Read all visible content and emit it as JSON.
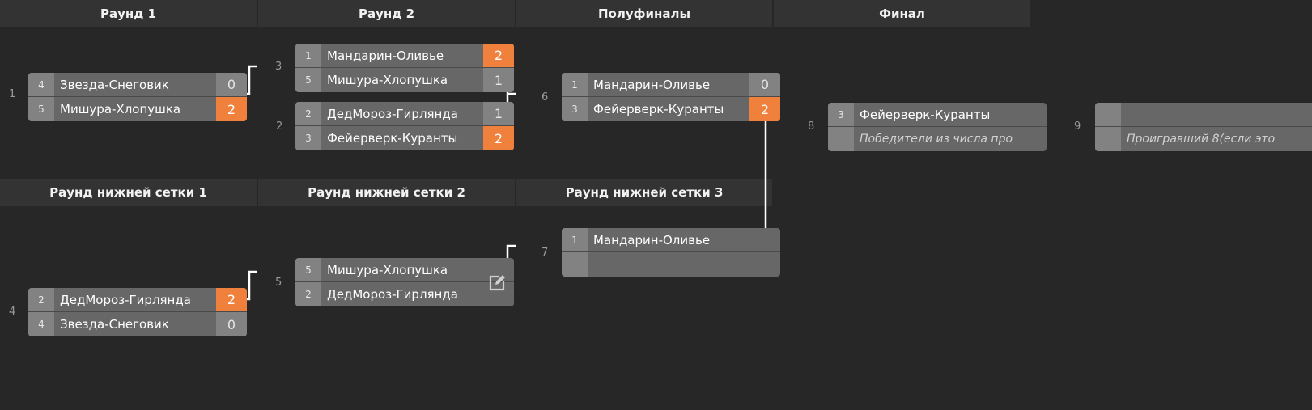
{
  "headers": {
    "upper": [
      "Раунд 1",
      "Раунд 2",
      "Полуфиналы",
      "Финал"
    ],
    "lower": [
      "Раунд нижней сетки 1",
      "Раунд нижней сетки 2",
      "Раунд нижней сетки 3"
    ]
  },
  "matches": {
    "m1": {
      "num": "1",
      "top": {
        "seed": "4",
        "name": "Звезда-Снеговик",
        "score": "0"
      },
      "bottom": {
        "seed": "5",
        "name": "Мишура-Хлопушка",
        "score": "2"
      }
    },
    "m2": {
      "num": "2",
      "top": {
        "seed": "2",
        "name": "ДедМороз-Гирлянда",
        "score": "1"
      },
      "bottom": {
        "seed": "3",
        "name": "Фейерверк-Куранты",
        "score": "2"
      }
    },
    "m3": {
      "num": "3",
      "top": {
        "seed": "1",
        "name": "Мандарин-Оливье",
        "score": "2"
      },
      "bottom": {
        "seed": "5",
        "name": "Мишура-Хлопушка",
        "score": "1"
      }
    },
    "m6": {
      "num": "6",
      "top": {
        "seed": "1",
        "name": "Мандарин-Оливье",
        "score": "0"
      },
      "bottom": {
        "seed": "3",
        "name": "Фейерверк-Куранты",
        "score": "2"
      }
    },
    "m8": {
      "num": "8",
      "top": {
        "seed": "3",
        "name": "Фейерверк-Куранты",
        "score": ""
      },
      "bottom": {
        "seed": "",
        "name": "Победители из числа про",
        "score": ""
      }
    },
    "m9": {
      "num": "9",
      "top": {
        "seed": "",
        "name": "",
        "score": ""
      },
      "bottom": {
        "seed": "",
        "name": "Проигравший 8(если это",
        "score": ""
      }
    },
    "m4": {
      "num": "4",
      "top": {
        "seed": "2",
        "name": "ДедМороз-Гирлянда",
        "score": "2"
      },
      "bottom": {
        "seed": "4",
        "name": "Звезда-Снеговик",
        "score": "0"
      }
    },
    "m5": {
      "num": "5",
      "top": {
        "seed": "5",
        "name": "Мишура-Хлопушка",
        "score": ""
      },
      "bottom": {
        "seed": "2",
        "name": "ДедМороз-Гирлянда",
        "score": ""
      }
    },
    "m7": {
      "num": "7",
      "top": {
        "seed": "1",
        "name": "Мандарин-Оливье",
        "score": ""
      },
      "bottom": {
        "seed": "",
        "name": "",
        "score": ""
      }
    }
  },
  "colors": {
    "background": "#272727",
    "header": "#333333",
    "winner": "#f0813d",
    "team": "#676767",
    "seed": "#828282"
  },
  "icons": {
    "edit": "edit-icon"
  }
}
